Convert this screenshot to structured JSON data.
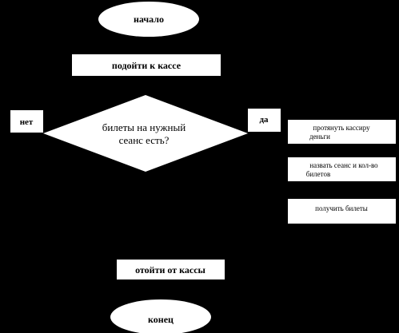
{
  "flowchart": {
    "start": {
      "label": "начало"
    },
    "step_approach": {
      "label": "подойти к кассе"
    },
    "decision": {
      "line1": "билеты на нужный",
      "line2": "сеанс есть?"
    },
    "branch_no": {
      "label": "нет"
    },
    "branch_yes": {
      "label": "да"
    },
    "action_pay": {
      "line1": "протянуть кассиру",
      "line2": "деньги"
    },
    "action_name": {
      "line1": "назвать сеанс и кол-во",
      "line2": "билетов"
    },
    "action_receive": {
      "label": "получить билеты"
    },
    "step_leave": {
      "label": "отойти от кассы"
    },
    "end": {
      "label": "конец"
    }
  },
  "colors": {
    "background": "#000000",
    "shape_fill": "#ffffff",
    "text": "#000000"
  }
}
